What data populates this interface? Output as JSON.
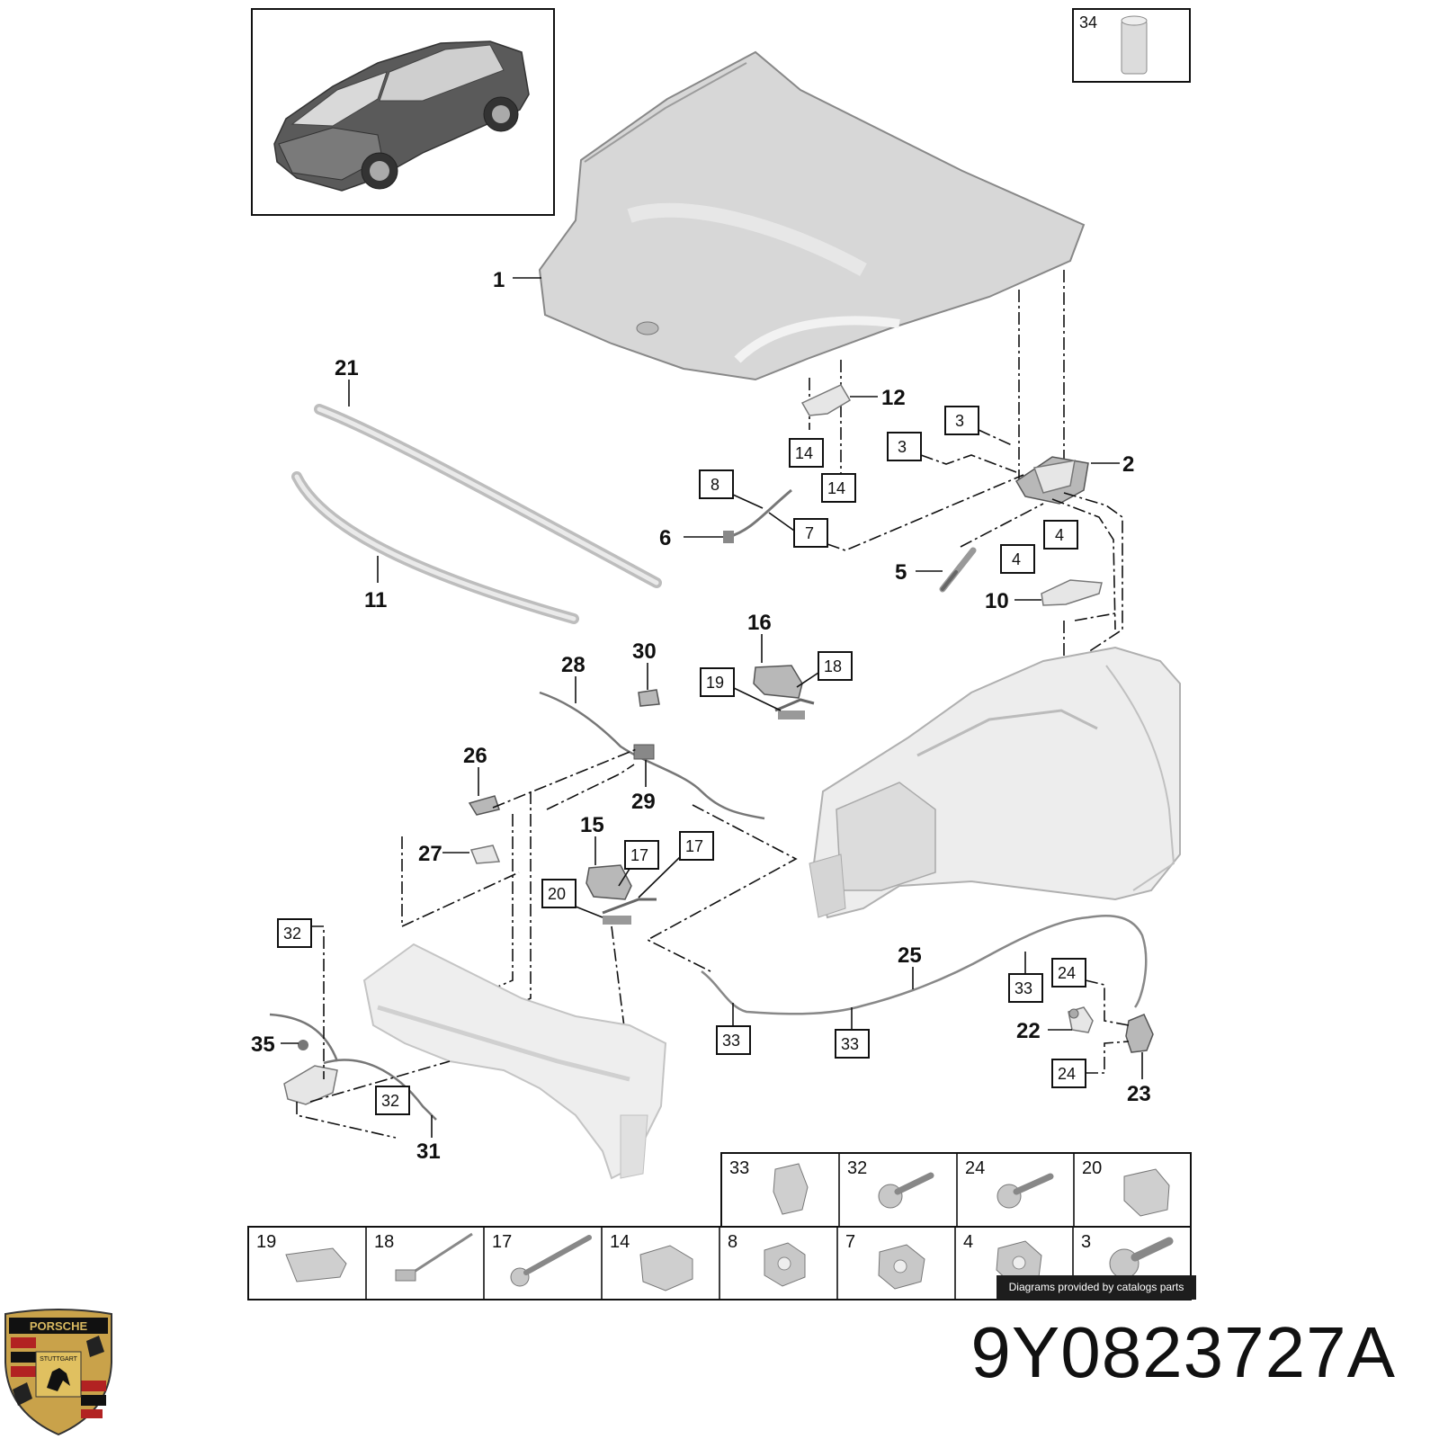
{
  "part_number": "9Y0823727A",
  "credit": "Diagrams provided by catalogs parts",
  "logo": {
    "brand": "PORSCHE",
    "city": "STUTTGART",
    "icon": "porsche-crest-icon"
  },
  "callouts": {
    "c1": "1",
    "c2": "2",
    "c5": "5",
    "c6": "6",
    "c10": "10",
    "c11": "11",
    "c12": "12",
    "c15": "15",
    "c16": "16",
    "c21": "21",
    "c22": "22",
    "c23": "23",
    "c25": "25",
    "c26": "26",
    "c27": "27",
    "c28": "28",
    "c29": "29",
    "c30": "30",
    "c31": "31",
    "c35": "35"
  },
  "boxed": {
    "b34": "34",
    "b3a": "3",
    "b3b": "3",
    "b14a": "14",
    "b14b": "14",
    "b8": "8",
    "b7": "7",
    "b4a": "4",
    "b4b": "4",
    "b19": "19",
    "b18": "18",
    "b17a": "17",
    "b17b": "17",
    "b20": "20",
    "b32a": "32",
    "b32b": "32",
    "b33a": "33",
    "b33b": "33",
    "b33c": "33",
    "b24a": "24",
    "b24b": "24"
  },
  "hardware_top": [
    "33",
    "32",
    "24",
    "20"
  ],
  "hardware_bottom": [
    "19",
    "18",
    "17",
    "14",
    "8",
    "7",
    "4",
    "3"
  ]
}
